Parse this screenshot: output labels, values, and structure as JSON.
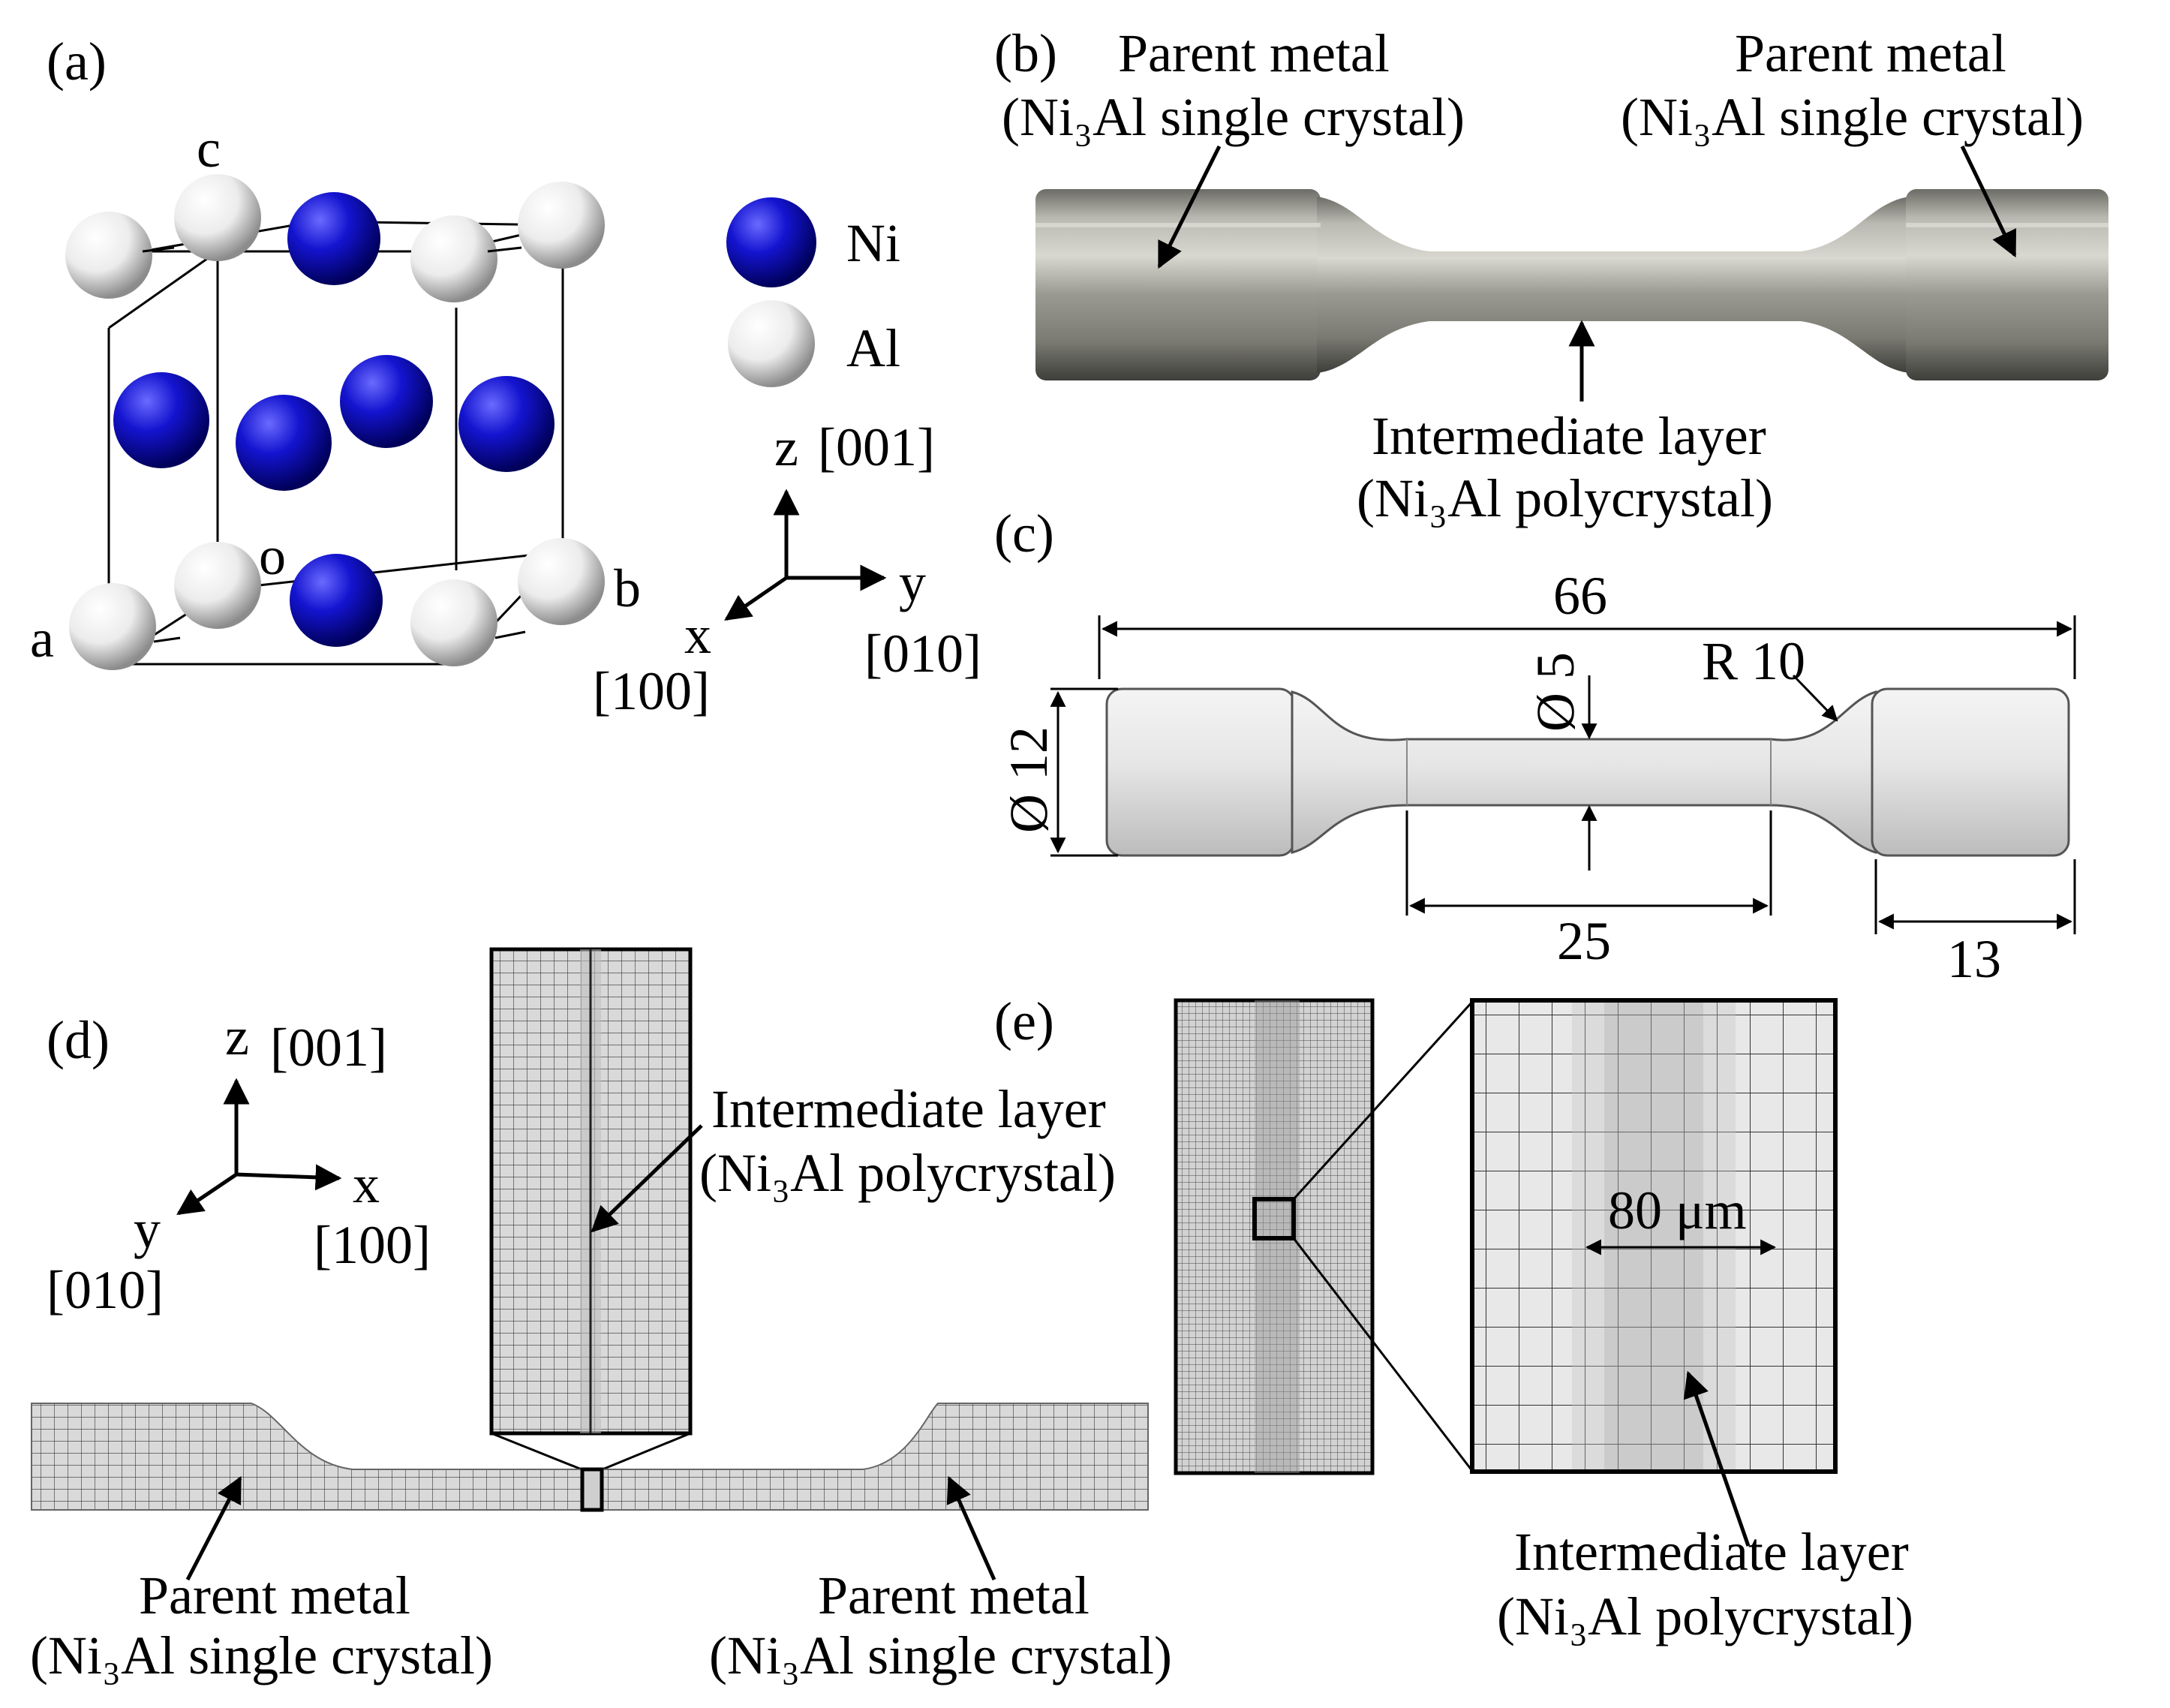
{
  "panel_labels": {
    "a": "(a)",
    "b": "(b)",
    "c": "(c)",
    "d": "(d)",
    "e": "(e)"
  },
  "crystal": {
    "legend_ni": "Ni",
    "legend_al": "Al",
    "corner_c": "c",
    "corner_o": "o",
    "corner_a": "a",
    "corner_b": "b",
    "axes": {
      "z": "z",
      "z_dir": "[001]",
      "y": "y",
      "y_dir": "[010]",
      "x": "x",
      "x_dir": "[100]"
    },
    "colors": {
      "ni": "#1010c8",
      "al": "#f2f2f2"
    }
  },
  "photo": {
    "parent_left_1": "Parent metal",
    "parent_left_2": "(Ni₃Al single crystal)",
    "parent_right_1": "Parent metal",
    "parent_right_2": "(Ni₃Al single crystal)",
    "inter_1": "Intermediate layer",
    "inter_2": "(Ni₃Al polycrystal)"
  },
  "drawing": {
    "total_length": "66",
    "neck_diameter": "Ø 5",
    "radius": "R 10",
    "head_diameter": "Ø 12",
    "gauge_length": "25",
    "head_length": "13"
  },
  "mesh": {
    "axes": {
      "z": "z",
      "z_dir": "[001]",
      "x": "x",
      "x_dir": "[100]",
      "y": "y",
      "y_dir": "[010]"
    },
    "inter_1": "Intermediate layer",
    "inter_2": "(Ni₃Al polycrystal)",
    "parent_left_1": "Parent metal",
    "parent_left_2": "(Ni₃Al single crystal)",
    "parent_right_1": "Parent metal",
    "parent_right_2": "(Ni₃Al single crystal)"
  },
  "zoom": {
    "scale": "80 μm",
    "inter_1": "Intermediate layer",
    "inter_2": "(Ni₃Al polycrystal)"
  }
}
